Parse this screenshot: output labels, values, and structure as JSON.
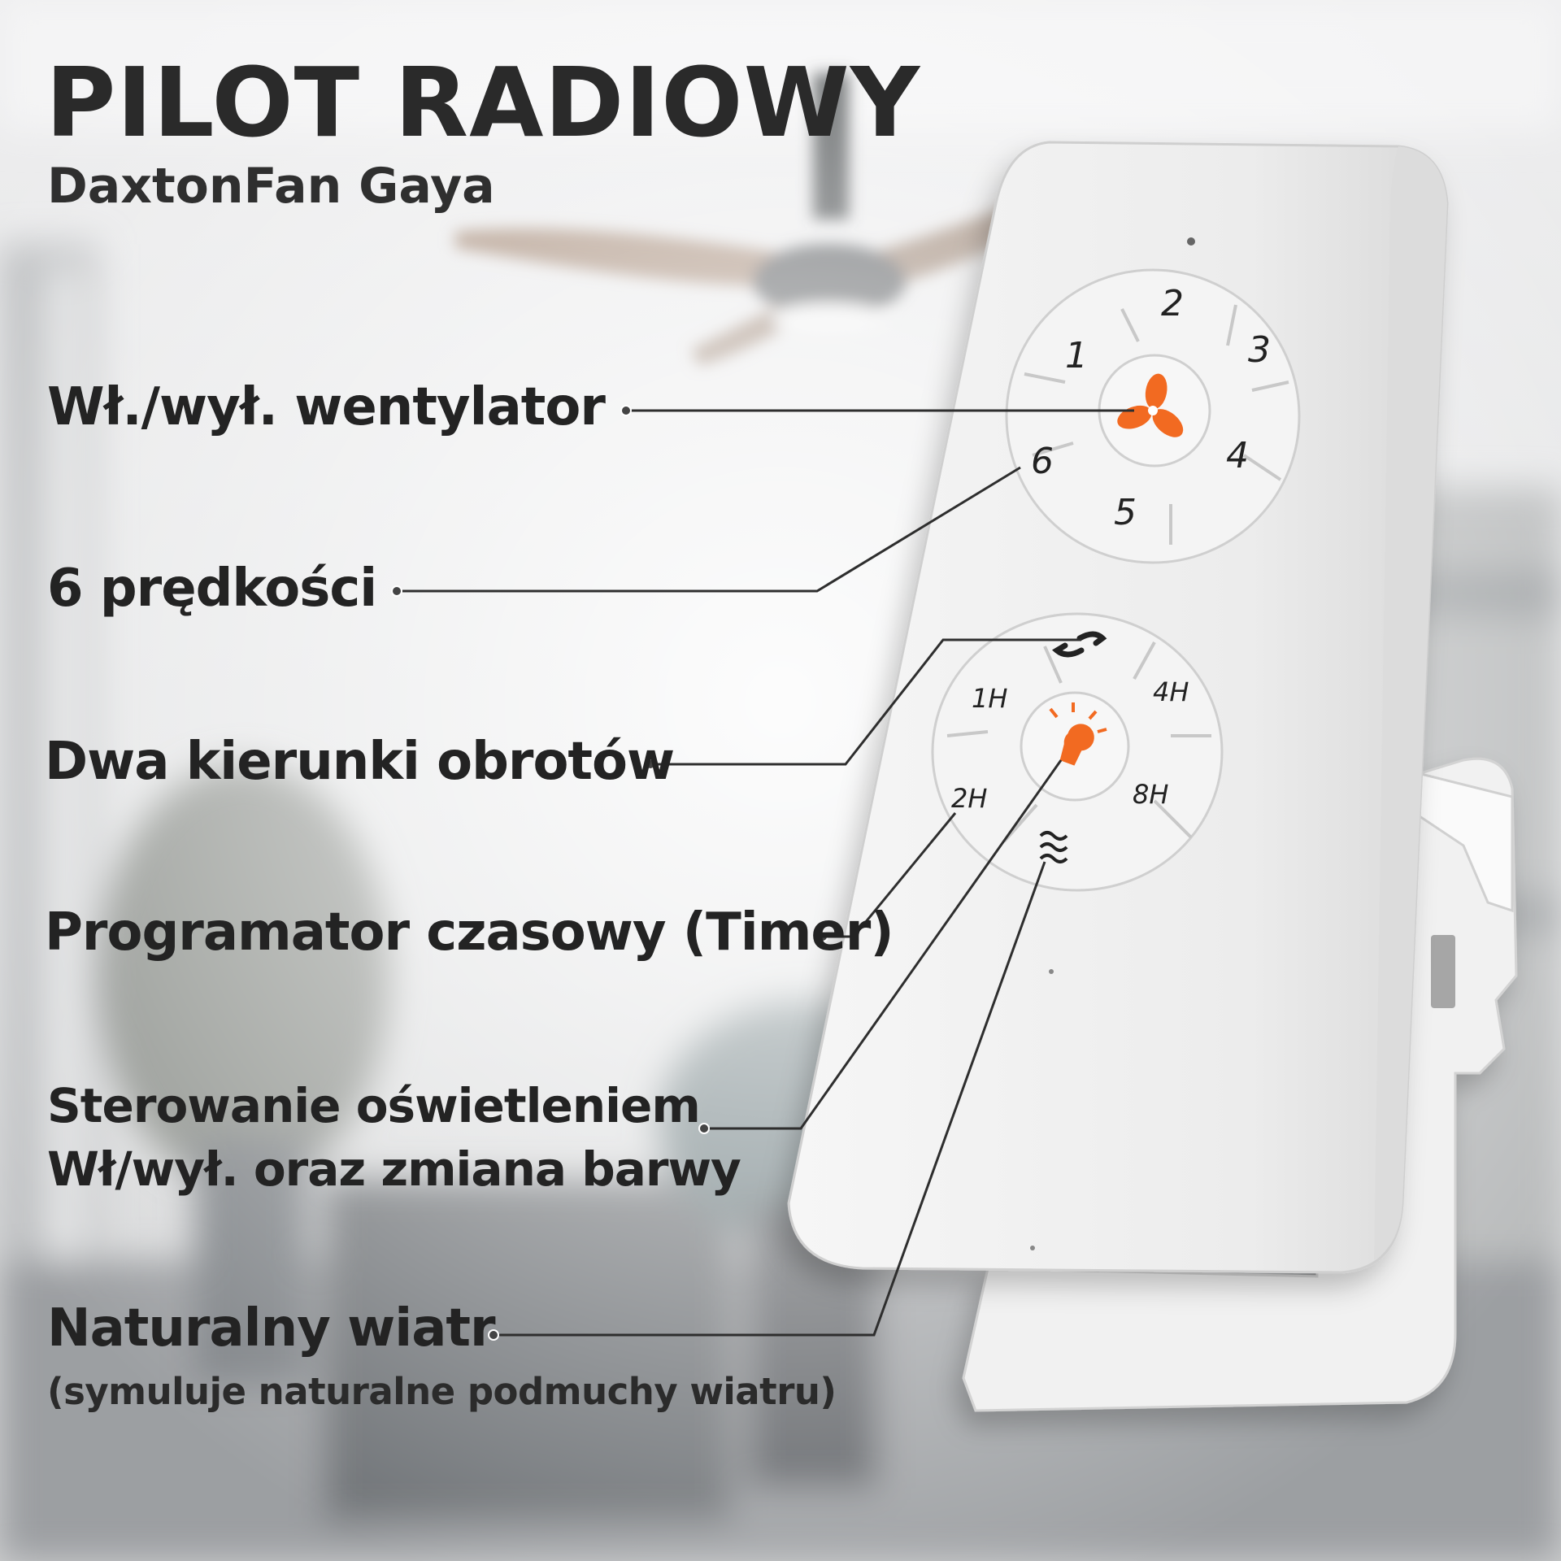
{
  "title": "PILOT RADIOWY",
  "subtitle": "DaxtonFan Gaya",
  "features": [
    {
      "label": "Wł./wył. wentylator"
    },
    {
      "label": "6 prędkości"
    },
    {
      "label": "Dwa kierunki obrotów"
    },
    {
      "label": "Programator czasowy (Timer)"
    },
    {
      "label": "Sterowanie oświetleniem",
      "label2": "Wł/wył. oraz zmiana barwy"
    },
    {
      "label": "Naturalny wiatr",
      "note": "(symuluje naturalne podmuchy wiatru)"
    }
  ],
  "remote": {
    "speed_buttons": [
      "1",
      "2",
      "3",
      "4",
      "5",
      "6"
    ],
    "timer_buttons": [
      "1H",
      "4H",
      "2H",
      "8H"
    ],
    "accent_color": "#f26a21",
    "icons": [
      "fan-icon",
      "direction-icon",
      "light-bulb-icon",
      "wind-icon"
    ]
  }
}
